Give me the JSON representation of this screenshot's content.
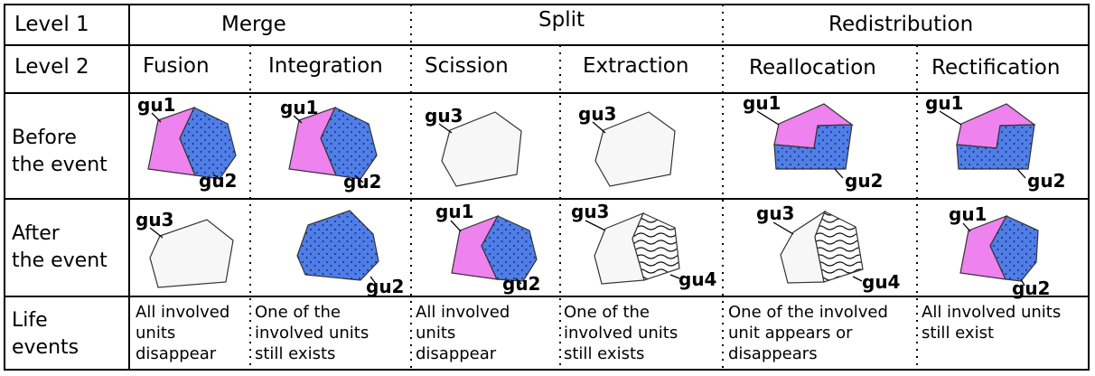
{
  "table": {
    "level1_label": "Level 1",
    "level2_label": "Level 2",
    "groups": [
      "Merge",
      "Split",
      "Redistribution"
    ],
    "events": [
      "Fusion",
      "Integration",
      "Scission",
      "Extraction",
      "Reallocation",
      "Rectification"
    ],
    "row_before": [
      "Before",
      "the event"
    ],
    "row_after": [
      "After",
      "the event"
    ],
    "row_life": [
      "Life",
      "events"
    ],
    "life_events": [
      [
        "All involved",
        "units",
        "disappear"
      ],
      [
        "One of the",
        "involved units",
        "still exists"
      ],
      [
        "All involved",
        "units",
        "disappear"
      ],
      [
        "One of the",
        "involved units",
        "still exists"
      ],
      [
        "One of the involved",
        "unit appears or",
        "disappears"
      ],
      [
        "All involved units",
        "still exist"
      ]
    ]
  },
  "units": {
    "gu1": "gu1",
    "gu2": "gu2",
    "gu3": "gu3",
    "gu4": "gu4"
  },
  "colors": {
    "pink": "#ee82ee",
    "blue": "#4f7ee8",
    "light": "#f7f7f7",
    "line": "#000000"
  }
}
